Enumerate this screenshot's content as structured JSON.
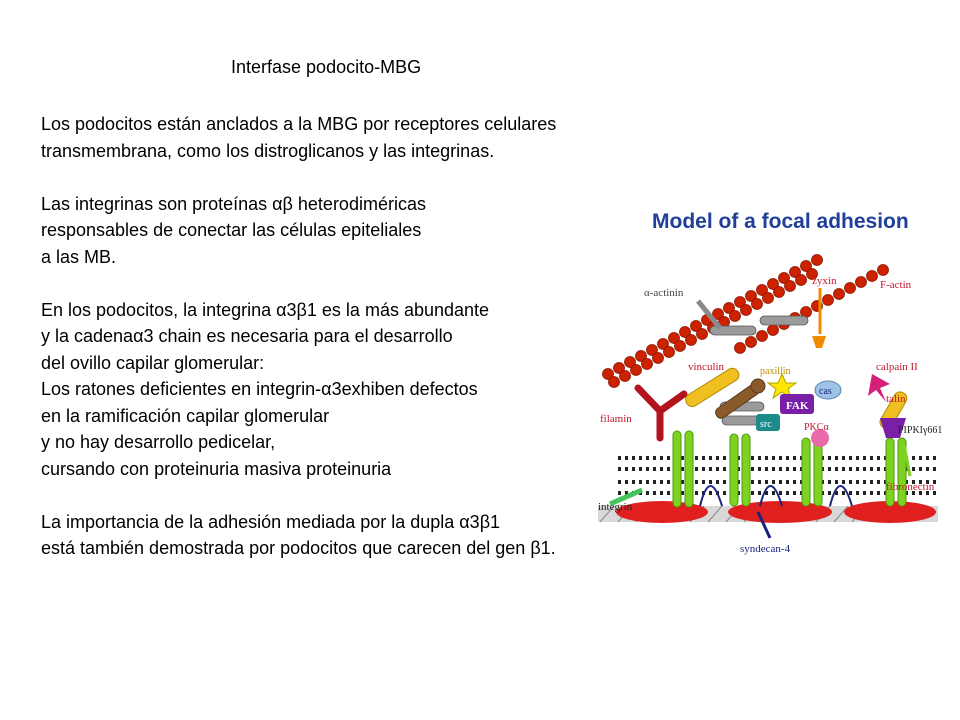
{
  "title": "Interfase podocito-MBG",
  "paragraphs": [
    [
      "Los podocitos están anclados a la MBG por receptores celulares",
      "transmembrana,  como los distroglicanos y las integrinas."
    ],
    [
      "Las integrinas  son proteínas αβ heterodiméricas",
      "responsables de conectar las células epiteliales",
      "a las MB."
    ],
    [
      "En  los podocitos, la integrina α3β1 es la más abundante",
      "y la cadenaα3 chain es necesaria para el desarrollo",
      "del ovillo capilar glomerular:",
      "Los ratones deficientes en integrin-α3exhiben defectos",
      "en la ramificación capilar glomerular",
      "y no hay desarrollo pedicelar,",
      "cursando con proteinuria masiva proteinuria"
    ],
    [
      "La importancia de la adhesión mediada por la dupla α3β1",
      "está también demostrada por podocitos que carecen del gen β1."
    ]
  ],
  "figure": {
    "title": "Model of a focal adhesion",
    "labels": {
      "alpha_actinin": "α-actinin",
      "zyxin": "zyxin",
      "f_actin": "F-actin",
      "vinculin": "vinculin",
      "paxillin": "paxillin",
      "calpain": "calpain II",
      "cas": "cas",
      "filamin": "filamin",
      "fak": "FAK",
      "talin": "talin",
      "src": "src",
      "pkc": "PKCα",
      "pipki": "PIPKIγ661",
      "integrin": "integrin",
      "fibronectin": "fibronectin",
      "syndecan": "syndecan-4"
    },
    "colors": {
      "title": "#1f3f9b",
      "actin": "#cc2200",
      "label_red": "#c0182b",
      "integrin": "#7ed321",
      "membrane": "#222222",
      "talin": "#f0c020",
      "fibronectin": "#e0201f",
      "fak": "#7a1fa8",
      "syndecan_label": "#1a237e",
      "paxillin": "#ffe600"
    }
  }
}
